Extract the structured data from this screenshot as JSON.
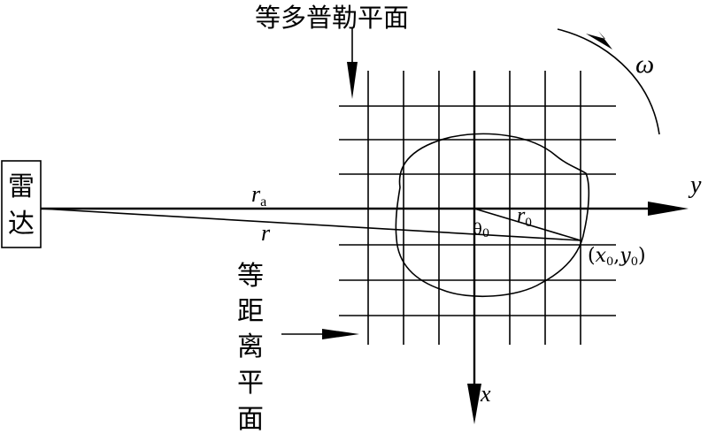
{
  "labels": {
    "doppler_plane": "等多普勒平面",
    "radar": [
      "雷",
      "达"
    ],
    "range_plane": [
      "等",
      "距",
      "离",
      "平",
      "面"
    ],
    "omega": "ω",
    "axis_y": "y",
    "axis_x": "x",
    "r_a": {
      "base": "r",
      "sub": "a"
    },
    "r": "r",
    "r_0": {
      "base": "r",
      "sub": "0"
    },
    "theta_0": {
      "base": "θ",
      "sub": "0"
    },
    "point": {
      "open": "(",
      "x": "x",
      "x_sub": "0",
      "comma": ",",
      "y": "y",
      "y_sub": "0",
      "close": ")"
    }
  }
}
